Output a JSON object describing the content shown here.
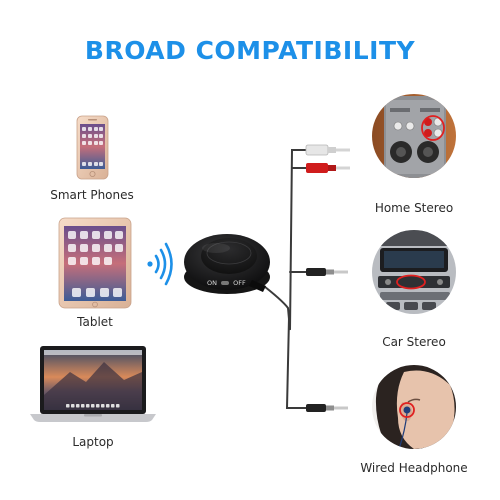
{
  "title": "BROAD COMPATIBILITY",
  "sources": [
    {
      "label": "Smart Phones",
      "icon": "smartphone-icon"
    },
    {
      "label": "Tablet",
      "icon": "tablet-icon"
    },
    {
      "label": "Laptop",
      "icon": "laptop-icon"
    }
  ],
  "device": {
    "on_label": "ON",
    "off_label": "OFF",
    "icon": "bluetooth-receiver-icon"
  },
  "outputs": [
    {
      "label": "Home Stereo",
      "icon": "home-stereo-icon"
    },
    {
      "label": "Car Stereo",
      "icon": "car-stereo-icon"
    },
    {
      "label": "Wired Headphone",
      "icon": "headphone-icon"
    }
  ],
  "colors": {
    "title": "#1d90e8",
    "signal": "#1d90e8",
    "cable": "#3a3a3a",
    "rca_red": "#d01c1c",
    "highlight": "#e02020"
  }
}
